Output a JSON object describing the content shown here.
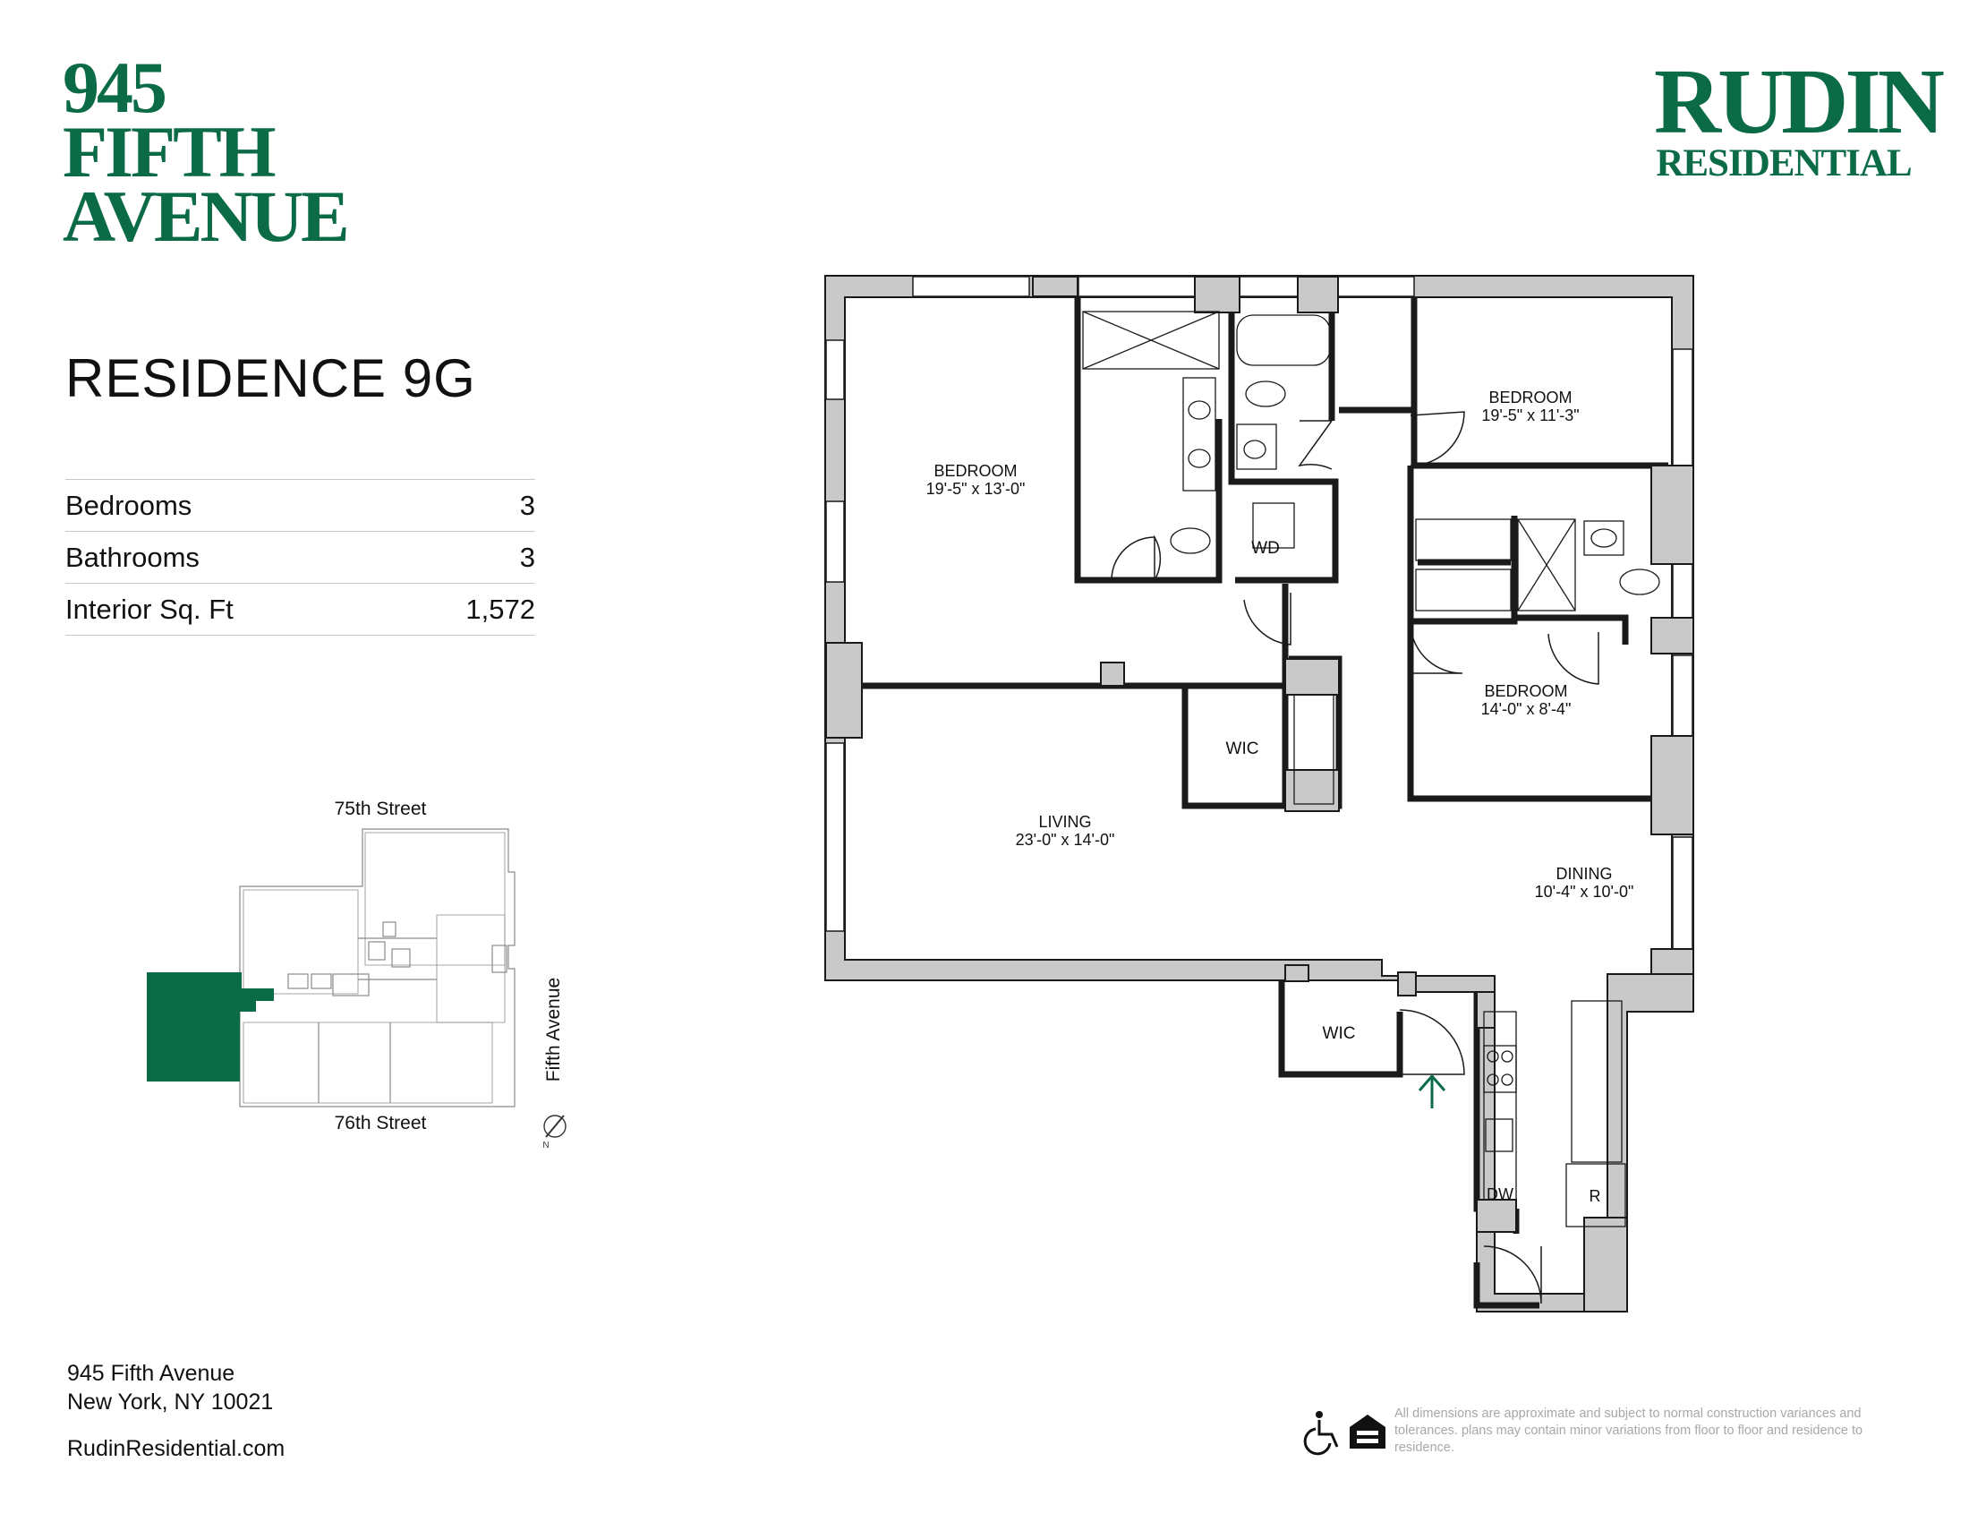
{
  "brand": {
    "line1": "945",
    "line2": "FIFTH",
    "line3": "AVENUE"
  },
  "logo": {
    "line1": "RUDIN",
    "line2": "RESIDENTIAL"
  },
  "residence_title": "RESIDENCE 9G",
  "specs": [
    {
      "label": "Bedrooms",
      "value": "3"
    },
    {
      "label": "Bathrooms",
      "value": "3"
    },
    {
      "label": "Interior Sq. Ft",
      "value": "1,572"
    }
  ],
  "keyplan": {
    "north_street": "75th Street",
    "south_street": "76th Street",
    "east_street": "Fifth Avenue",
    "compass": "N"
  },
  "floorplan": {
    "bedroom_main": {
      "name": "BEDROOM",
      "dims": "19'-5\" x 13'-0\""
    },
    "bedroom_ne": {
      "name": "BEDROOM",
      "dims": "19'-5\" x 11'-3\""
    },
    "bedroom_se": {
      "name": "BEDROOM",
      "dims": "14'-0\" x 8'-4\""
    },
    "living": {
      "name": "LIVING",
      "dims": "23'-0\" x 14'-0\""
    },
    "dining": {
      "name": "DINING",
      "dims": "10'-4\" x 10'-0\""
    },
    "wic_1": "WIC",
    "wic_2": "WIC",
    "wd": "WD",
    "dw": "DW",
    "r": "R"
  },
  "address": {
    "line1": "945 Fifth Avenue",
    "line2": "New York, NY 10021"
  },
  "website": "RudinResidential.com",
  "disclaimer": "All dimensions are approximate and subject to normal construction variances and tolerances. plans may contain minor variations from floor to floor and residence to residence.",
  "colors": {
    "brand_green": "#0b6b46",
    "wall_gray": "#c9c9c9",
    "line": "#1a1a1a"
  },
  "icons": [
    "accessibility-icon",
    "equal-housing-icon",
    "compass-icon",
    "entry-arrow-icon"
  ]
}
